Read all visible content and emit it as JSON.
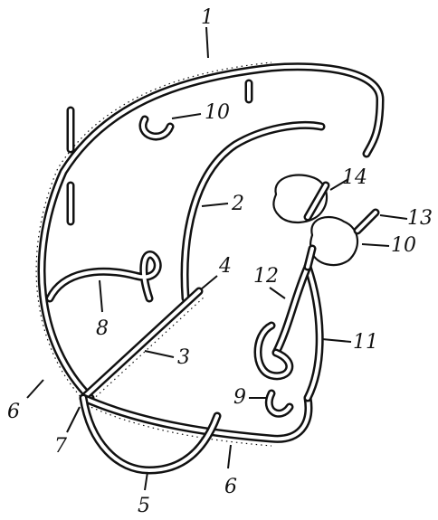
{
  "figure": {
    "labels": {
      "l1": "1",
      "l2": "2",
      "l3": "3",
      "l4": "4",
      "l5": "5",
      "l6a": "6",
      "l6b": "6",
      "l7": "7",
      "l8": "8",
      "l9": "9",
      "l10a": "10",
      "l10b": "10",
      "l11": "11",
      "l12": "12",
      "l13": "13",
      "l14": "14"
    }
  }
}
